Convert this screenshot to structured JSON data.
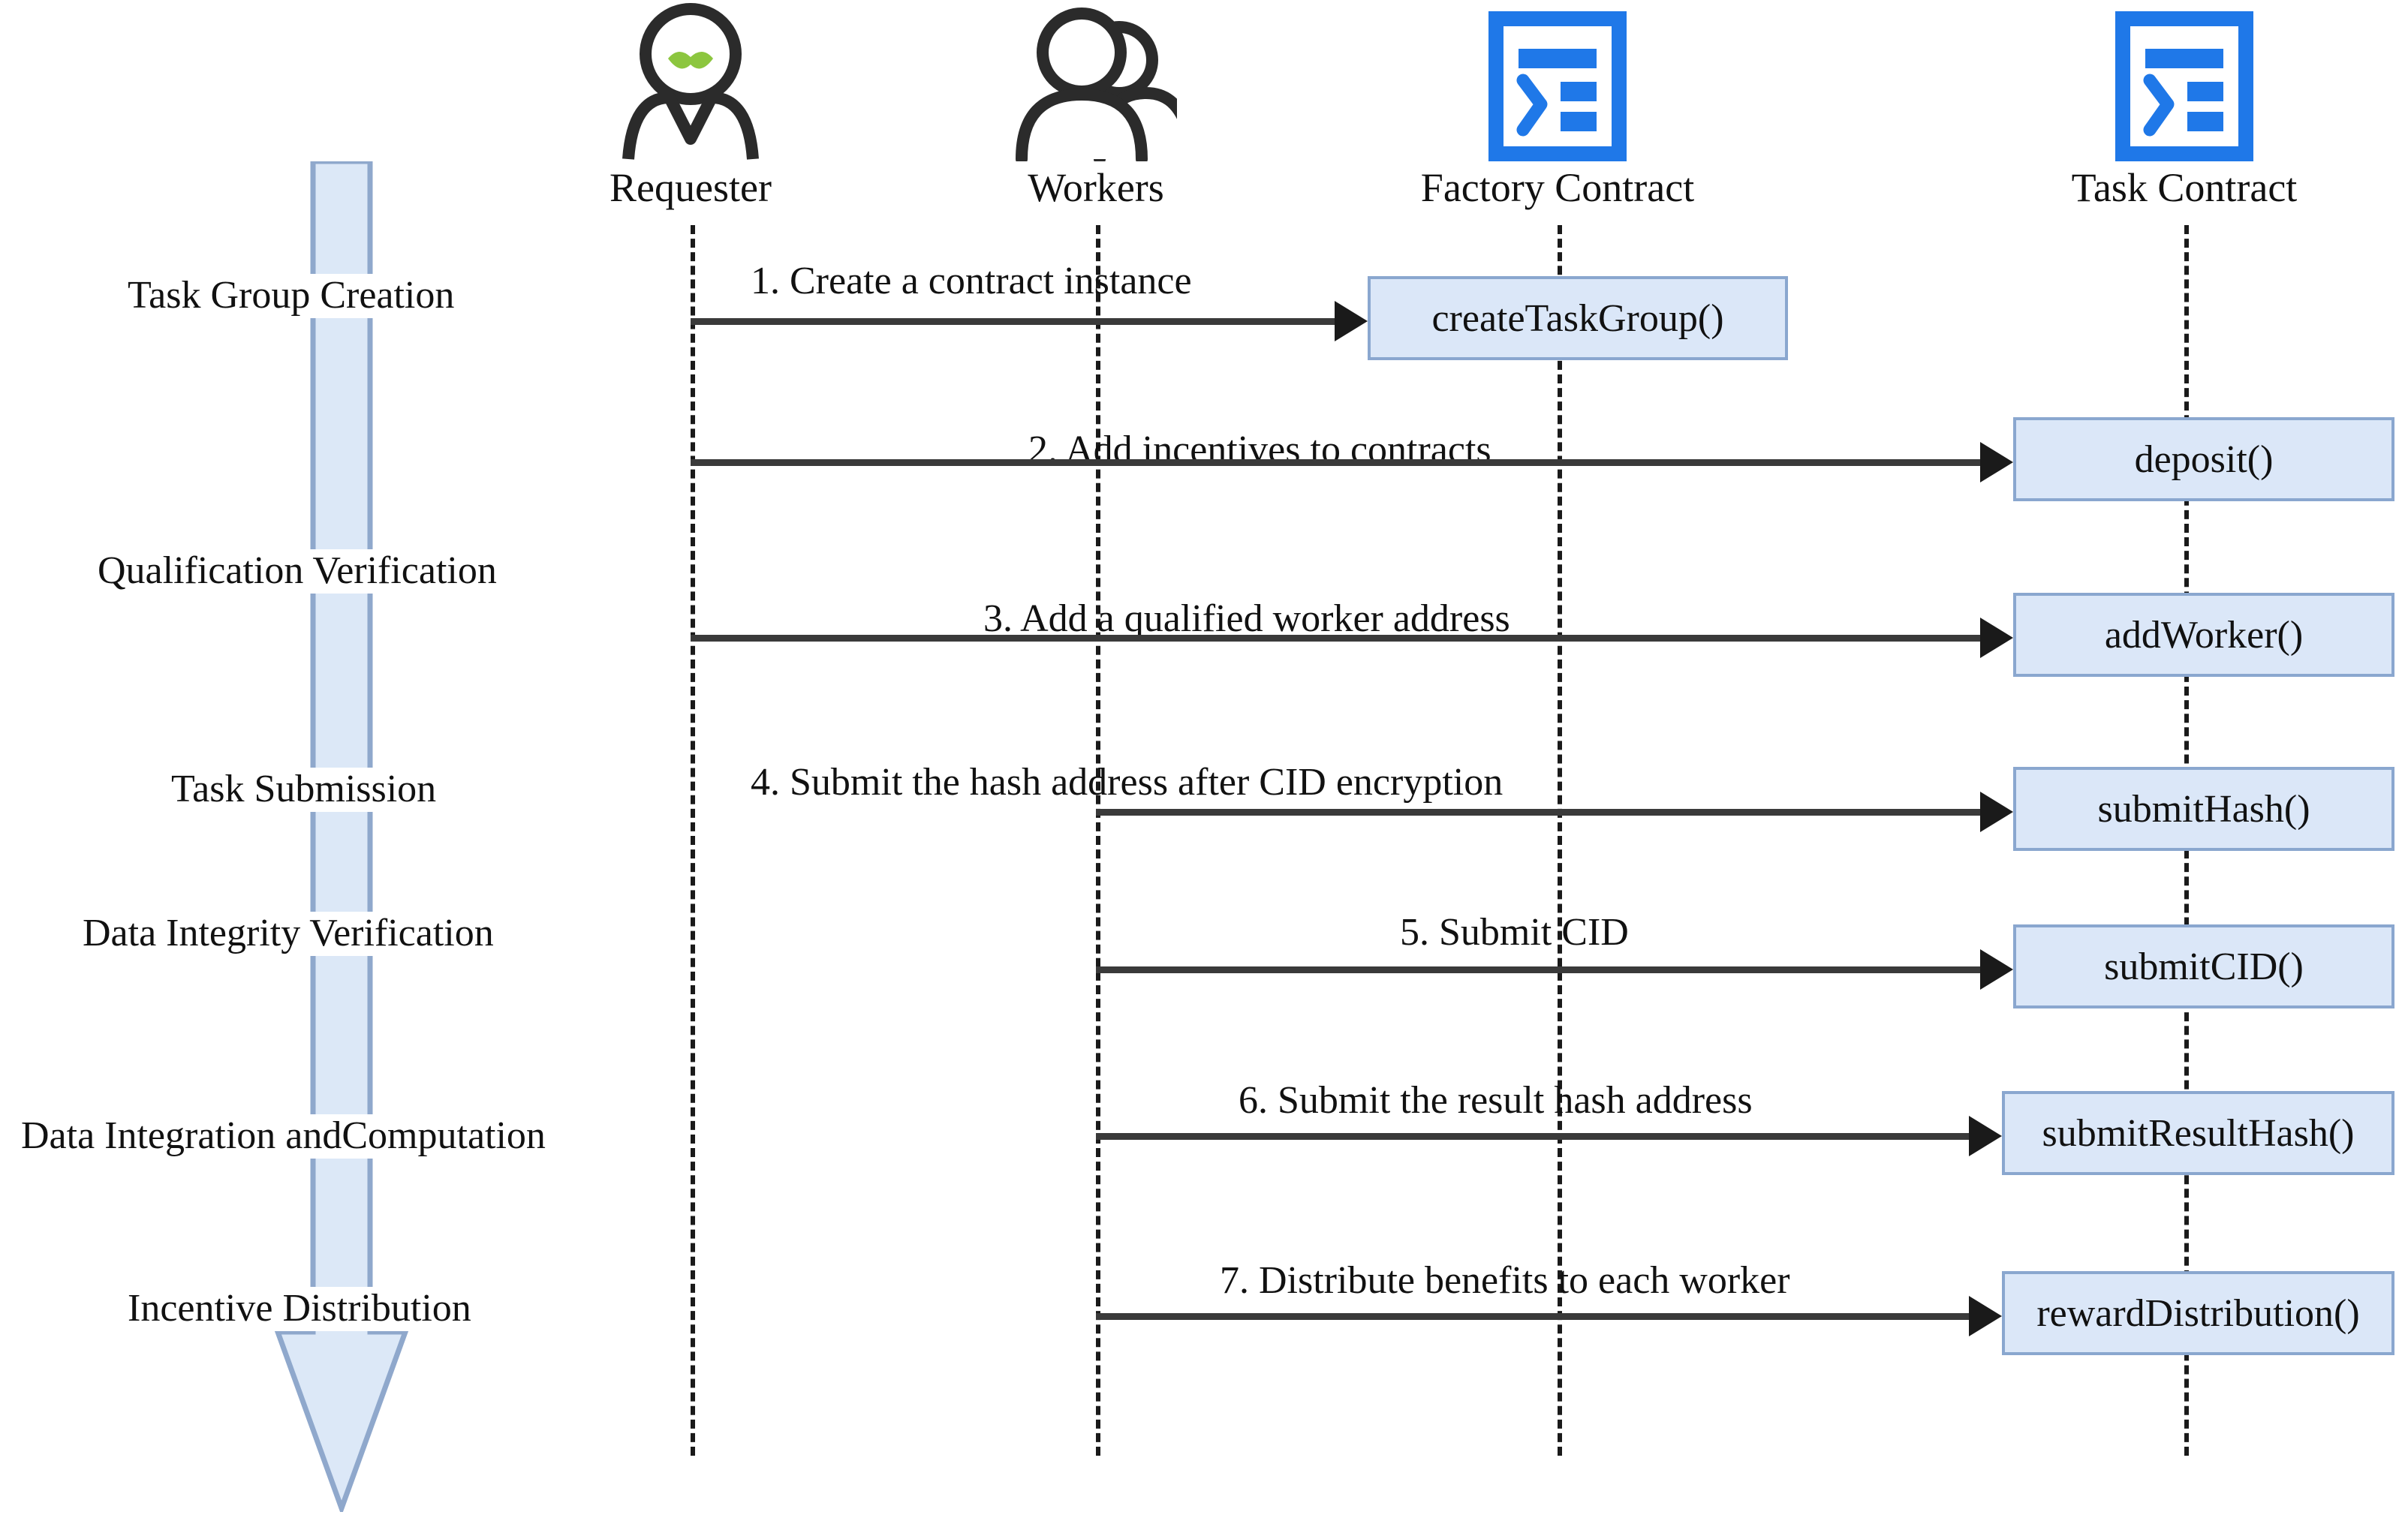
{
  "diagram": {
    "title": "Smart contract task workflow sequence diagram",
    "colors": {
      "box_fill": "#dbe7f8",
      "box_border": "#8aa7cf",
      "phase_arrow_fill": "#dce8f7",
      "phase_arrow_border": "#8fa8cc",
      "contract_icon": "#1f78e8",
      "mustache_green": "#8cc63f",
      "line": "#3a3a3a",
      "lifeline": "#1a1a1a"
    },
    "actors": [
      {
        "id": "requester",
        "label": "Requester",
        "icon": "person-mustache-icon"
      },
      {
        "id": "workers",
        "label": "Workers",
        "icon": "people-group-icon"
      },
      {
        "id": "factory-contract",
        "label": "Factory Contract",
        "icon": "contract-console-icon"
      },
      {
        "id": "task-contract",
        "label": "Task Contract",
        "icon": "contract-console-icon"
      }
    ],
    "phases": [
      {
        "id": "task-group-creation",
        "label": "Task Group Creation"
      },
      {
        "id": "qualification-verification",
        "label": "Qualification Verification"
      },
      {
        "id": "task-submission",
        "label": "Task Submission"
      },
      {
        "id": "data-integrity-verification",
        "label": "Data Integrity Verification"
      },
      {
        "id": "data-integration-and-computation",
        "label": "Data Integration andComputation"
      },
      {
        "id": "incentive-distribution",
        "label": "Incentive Distribution"
      }
    ],
    "messages": [
      {
        "num": 1,
        "label": "1. Create a contract instance",
        "from": "requester",
        "to": "factory-contract",
        "method": "createTaskGroup()"
      },
      {
        "num": 2,
        "label": "2. Add incentives to contracts",
        "from": "requester",
        "to": "task-contract",
        "method": "deposit()"
      },
      {
        "num": 3,
        "label": "3. Add a qualified worker address",
        "from": "requester",
        "to": "task-contract",
        "method": "addWorker()"
      },
      {
        "num": 4,
        "label": "4. Submit the hash address after CID encryption",
        "from": "workers",
        "to": "task-contract",
        "method": "submitHash()"
      },
      {
        "num": 5,
        "label": "5. Submit CID",
        "from": "workers",
        "to": "task-contract",
        "method": "submitCID()"
      },
      {
        "num": 6,
        "label": "6. Submit the result hash address",
        "from": "workers",
        "to": "task-contract",
        "method": "submitResultHash()"
      },
      {
        "num": 7,
        "label": "7. Distribute benefits to each worker",
        "from": "workers",
        "to": "task-contract",
        "method": "rewardDistribution()"
      }
    ]
  }
}
